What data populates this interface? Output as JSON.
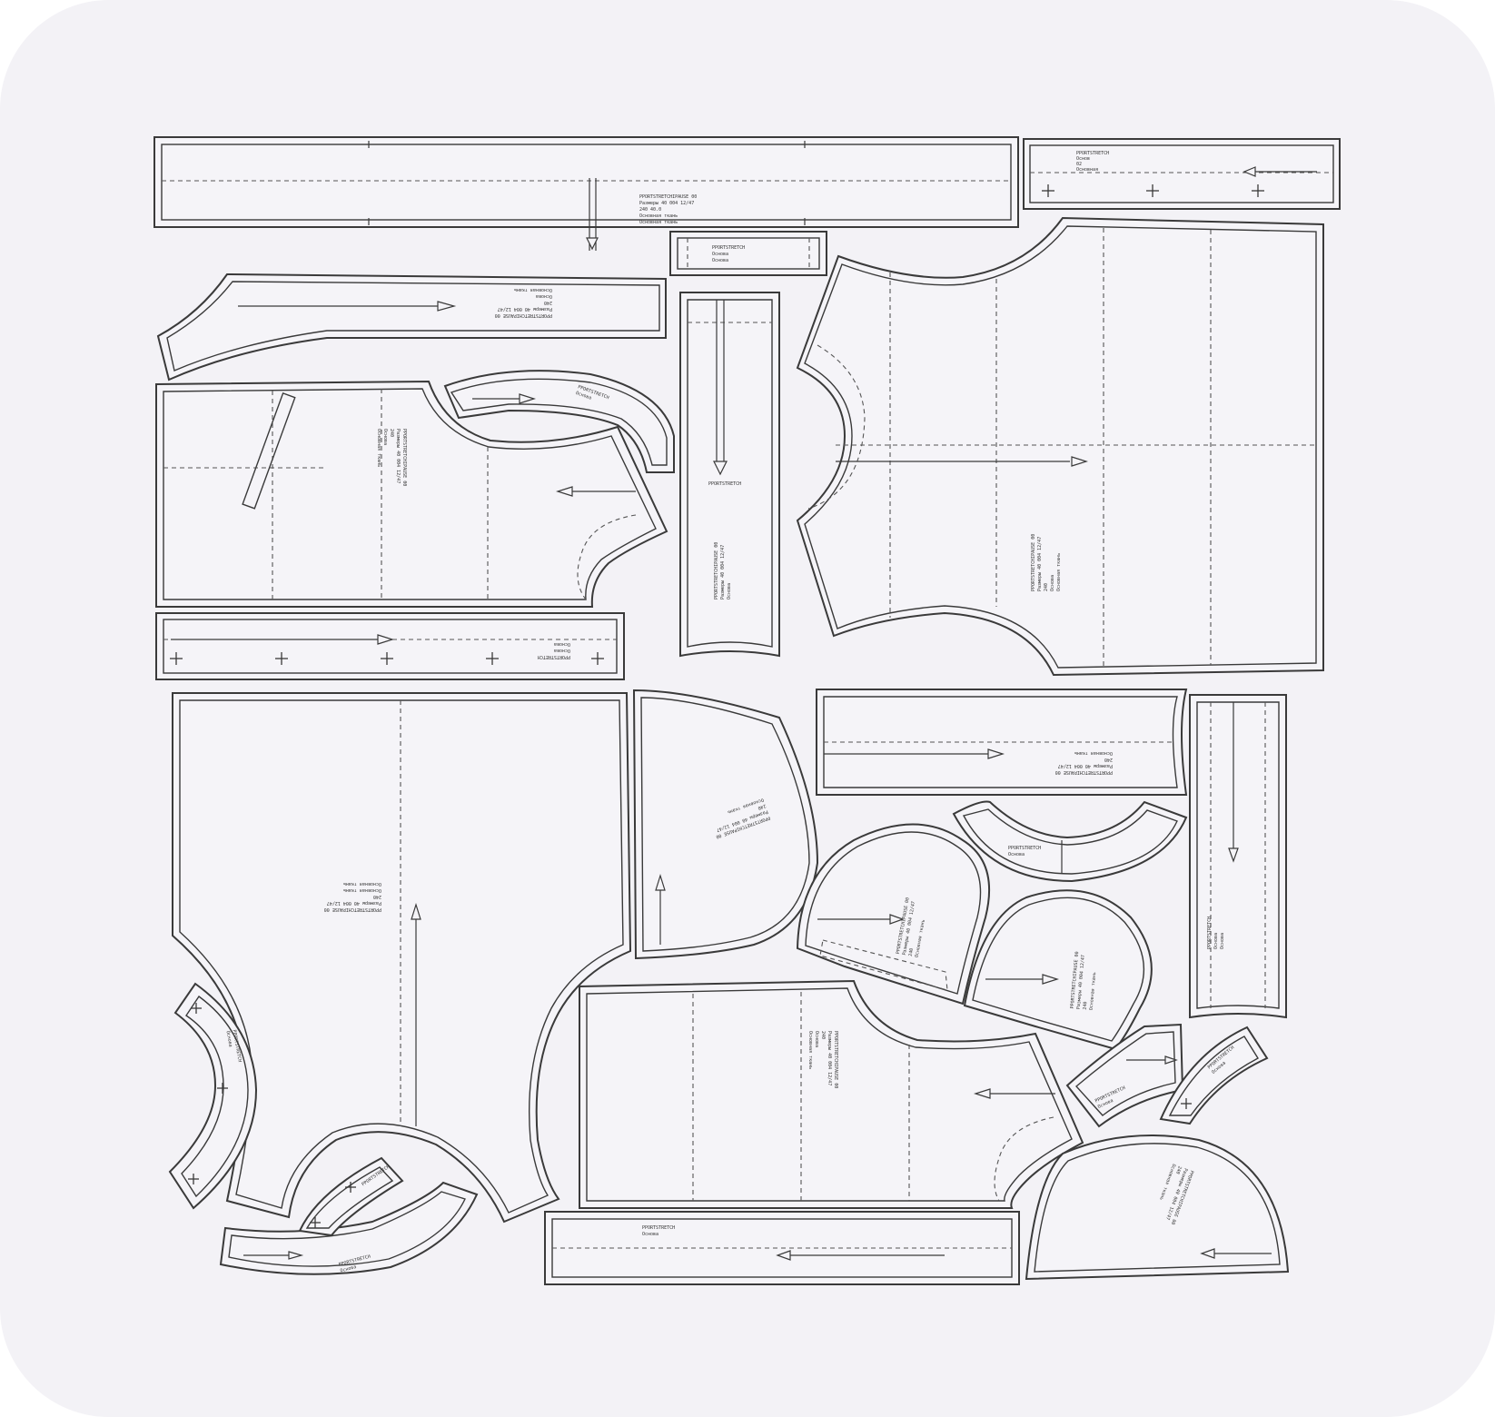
{
  "diagram": {
    "type": "sewing-pattern-layout",
    "colors": {
      "background": "#f3f2f6",
      "piece_fill": "#f5f4f8",
      "stroke": "#3a3a3a"
    },
    "pieces": [
      {
        "id": "waistband-long",
        "labels": [
          "PPORTSTRETCHIPAUSE 00",
          "Размеры 40 004 12/47",
          "240 40.0",
          "Основная ткань",
          "Основная ткань"
        ]
      },
      {
        "id": "strip-top-right",
        "labels": [
          "PPORTSTRETCH",
          "Основ",
          "02",
          "Основная"
        ]
      },
      {
        "id": "small-tab",
        "labels": [
          "PPORTSTRETCH",
          "Основа",
          "Основа"
        ]
      },
      {
        "id": "curved-strip-left",
        "labels": [
          "PPORTSTRETCHIPAUSE 00",
          "Размеры 40 004 12/47",
          "240",
          "Основа",
          "Основная ткань"
        ]
      },
      {
        "id": "front-left-bodice",
        "labels": [
          "PPORTSTRETCHIPAUSE 00",
          "Размеры 40 004 12/47",
          "240",
          "Основа",
          "Основная ткань"
        ]
      },
      {
        "id": "armhole-facing",
        "labels": [
          "PPORTSTRETCH",
          "Основа"
        ]
      },
      {
        "id": "vertical-strip",
        "labels": [
          "PPORTSTRETCH",
          "PPORTSTRETCHIPAUSE 00",
          "Размеры 40 004 12/47",
          "Основа"
        ]
      },
      {
        "id": "back-bodice",
        "labels": [
          "PPORTSTRETCHIPAUSE 00",
          "Размеры 40 004 12/47",
          "240",
          "Основа",
          "Основная ткань"
        ]
      },
      {
        "id": "button-strip-left",
        "labels": [
          "PPORTSTRETCH",
          "Основа",
          "Основа"
        ]
      },
      {
        "id": "trouser-panel",
        "labels": [
          "PPORTSTRETCHIPAUSE 00",
          "Размеры 40 004 12/47",
          "240",
          "Основная ткань",
          "Основная ткань"
        ]
      },
      {
        "id": "pocket-bag",
        "labels": [
          "PPORTSTRETCHIPAUSE 00",
          "Размеры 40 004 12/47",
          "240",
          "Основная ткань"
        ]
      },
      {
        "id": "strip-mid-right",
        "labels": [
          "PPORTSTRETCHIPAUSE 00",
          "Размеры 40 004 12/47",
          "240",
          "Основная ткань"
        ]
      },
      {
        "id": "collar-crescent",
        "labels": [
          "PPORTSTRETCH",
          "Основа"
        ]
      },
      {
        "id": "vertical-strip-right",
        "labels": [
          "PPORTSTRETCH",
          "Основа",
          "Основа"
        ]
      },
      {
        "id": "hood-left",
        "labels": [
          "PPORTSTRETCHIPAUSE 00",
          "Размеры 40 004 12/47",
          "240",
          "Основная ткань"
        ]
      },
      {
        "id": "hood-right",
        "labels": [
          "PPORTSTRETCHIPAUSE 00",
          "Размеры 40 004 12/47",
          "240",
          "Основная ткань"
        ]
      },
      {
        "id": "front-right-bodice",
        "labels": [
          "PPORTSTRETCHIPAUSE 00",
          "Размеры 40 004 12/47",
          "240",
          "Основа",
          "Основная ткань"
        ]
      },
      {
        "id": "small-wedge",
        "labels": [
          "PPORTSTRETCH",
          "Основа"
        ]
      },
      {
        "id": "small-arc",
        "labels": [
          "PPORTSTRETCH",
          "Основа"
        ]
      },
      {
        "id": "sleeve-cap",
        "labels": [
          "PPORTSTRETCHIPAUSE 00",
          "Размеры 40 004 12/47",
          "240",
          "Основная ткань"
        ]
      },
      {
        "id": "strip-bottom",
        "labels": [
          "PPORTSTRETCH",
          "Основа"
        ]
      },
      {
        "id": "arc-facing-left",
        "labels": [
          "PPORTSTRETCH",
          "Основа"
        ]
      },
      {
        "id": "arc-bottom",
        "labels": [
          "PPORTSTRETCH",
          "Основа"
        ]
      },
      {
        "id": "arc-inner",
        "labels": [
          "PPORTSTRETCH"
        ]
      }
    ]
  }
}
